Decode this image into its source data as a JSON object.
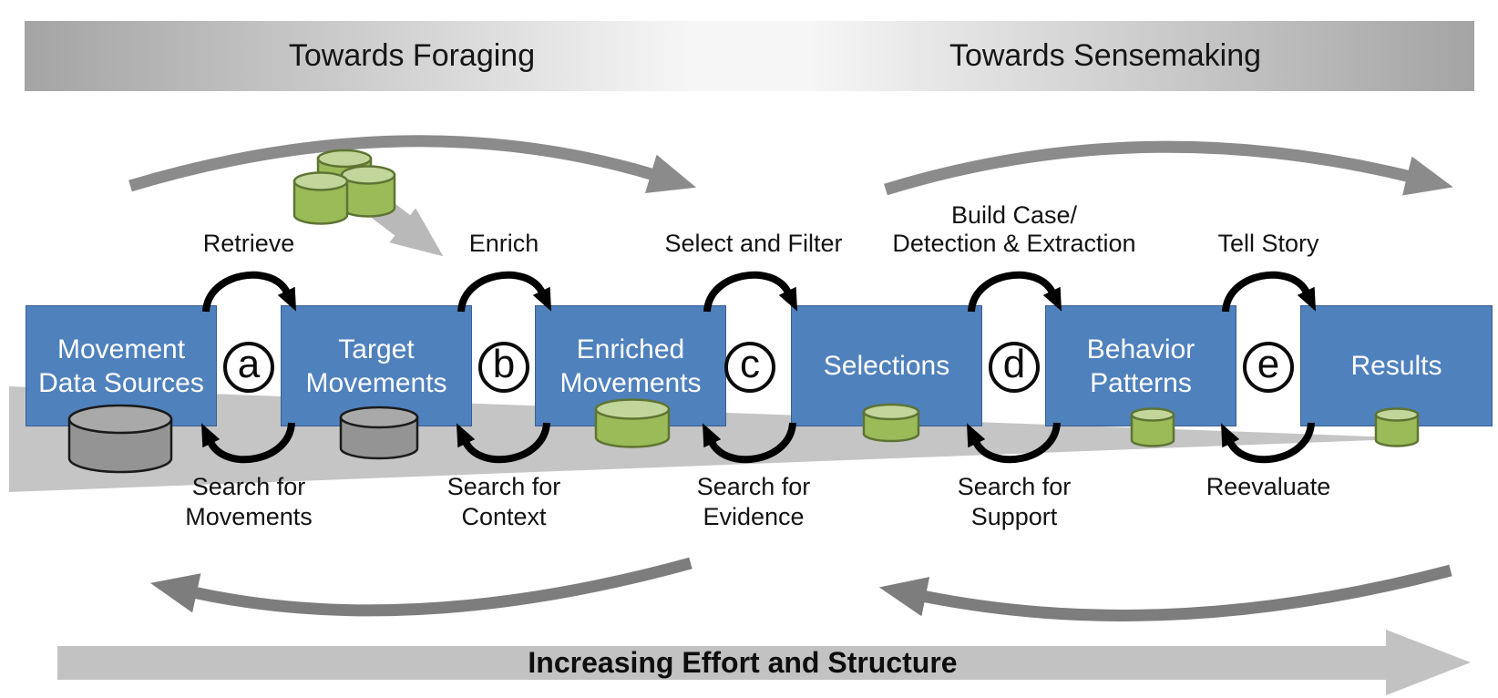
{
  "banner": {
    "left_title": "Towards Foraging",
    "right_title": "Towards Sensemaking"
  },
  "stages": [
    {
      "line1": "Movement",
      "line2": "Data Sources"
    },
    {
      "line1": "Target",
      "line2": "Movements"
    },
    {
      "line1": "Enriched",
      "line2": "Movements"
    },
    {
      "line1": "Selections",
      "line2": ""
    },
    {
      "line1": "Behavior",
      "line2": "Patterns"
    },
    {
      "line1": "Results",
      "line2": ""
    }
  ],
  "connectors": [
    {
      "letter": "a",
      "top1": "Retrieve",
      "top2": "",
      "bottom1": "Search for",
      "bottom2": "Movements"
    },
    {
      "letter": "b",
      "top1": "Enrich",
      "top2": "",
      "bottom1": "Search for",
      "bottom2": "Context"
    },
    {
      "letter": "c",
      "top1": "Select and Filter",
      "top2": "",
      "bottom1": "Search for",
      "bottom2": "Evidence"
    },
    {
      "letter": "d",
      "top1": "Build Case/",
      "top2": "Detection & Extraction",
      "bottom1": "Search for",
      "bottom2": "Support"
    },
    {
      "letter": "e",
      "top1": "Tell Story",
      "top2": "",
      "bottom1": "Reevaluate",
      "bottom2": ""
    }
  ],
  "footer": {
    "label": "Increasing Effort and Structure"
  },
  "colors": {
    "stage_box_blue": "#4f81bd",
    "cylinder_green_body": "#9bbb59",
    "cylinder_green_top": "#c2d59a",
    "cylinder_gray_body": "#949494",
    "cylinder_gray_top": "#a9a9a9",
    "big_arc_gray": "#8b8b8b",
    "return_arrow_gray": "#7d7d7d",
    "wedge_gray": "#c5c5c5",
    "footer_bar_gray": "#c2c2c2",
    "banner_edge_gray": "#a4a4a4",
    "loop_arrow_black": "#000000"
  }
}
